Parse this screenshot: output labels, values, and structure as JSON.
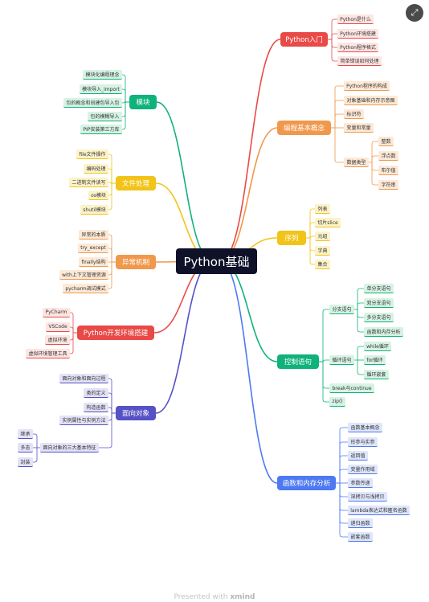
{
  "root": {
    "label": "Python基础"
  },
  "footer": {
    "prefix": "Presented with",
    "brand": "xmind"
  },
  "branches": [
    {
      "id": "intro",
      "label": "Python入门",
      "side": "right",
      "color": "#e94a47",
      "leafbg": "#fde5e2",
      "children": [
        {
          "label": "Python是什么"
        },
        {
          "label": "Python环境搭建"
        },
        {
          "label": "Python程序格式"
        },
        {
          "label": "简单错误如何处理"
        }
      ]
    },
    {
      "id": "concept",
      "label": "编程基本概念",
      "side": "right",
      "color": "#f0984c",
      "leafbg": "#fde9d6",
      "children": [
        {
          "label": "Python程序的构成"
        },
        {
          "label": "对象基础和内存示意图"
        },
        {
          "label": "标识符"
        },
        {
          "label": "变量和常量"
        },
        {
          "label": "数据类型",
          "children": [
            {
              "label": "整数"
            },
            {
              "label": "浮点数"
            },
            {
              "label": "布尔值"
            },
            {
              "label": "字符串"
            }
          ]
        }
      ]
    },
    {
      "id": "seq",
      "label": "序列",
      "side": "right",
      "color": "#f2c318",
      "leafbg": "#fcf3c8",
      "children": [
        {
          "label": "列表"
        },
        {
          "label": "切片slice"
        },
        {
          "label": "元组"
        },
        {
          "label": "字典"
        },
        {
          "label": "集合"
        }
      ]
    },
    {
      "id": "ctrl",
      "label": "控制语句",
      "side": "right",
      "color": "#0fb27a",
      "leafbg": "#d6f3e4",
      "children": [
        {
          "label": "分支语句",
          "children": [
            {
              "label": "单分支语句"
            },
            {
              "label": "双分支语句"
            },
            {
              "label": "多分支语句"
            },
            {
              "label": "函数和内存分析"
            }
          ]
        },
        {
          "label": "循环语句",
          "children": [
            {
              "label": "while循环"
            },
            {
              "label": "for循环"
            },
            {
              "label": "循环嵌套"
            }
          ]
        },
        {
          "label": "break与continue"
        },
        {
          "label": "zip()"
        }
      ]
    },
    {
      "id": "func",
      "label": "函数和内存分析",
      "side": "right",
      "color": "#4d79f2",
      "leafbg": "#dfe6fb",
      "children": [
        {
          "label": "函数基本概念"
        },
        {
          "label": "形参与实参"
        },
        {
          "label": "返回值"
        },
        {
          "label": "变量作用域"
        },
        {
          "label": "参数传递"
        },
        {
          "label": "深拷贝与浅拷贝"
        },
        {
          "label": "lambda表达式和匿名函数"
        },
        {
          "label": "递归函数"
        },
        {
          "label": "嵌套函数"
        }
      ]
    },
    {
      "id": "module",
      "label": "模块",
      "side": "left",
      "color": "#0fb27a",
      "leafbg": "#d6f3e4",
      "children": [
        {
          "label": "模块化编程理念"
        },
        {
          "label": "模块导入_import"
        },
        {
          "label": "包的概念和创建包导入包"
        },
        {
          "label": "包的模糊导入"
        },
        {
          "label": "PIP安装第三方库"
        }
      ]
    },
    {
      "id": "file",
      "label": "文件处理",
      "side": "left",
      "color": "#f2c318",
      "leafbg": "#fcf3c8",
      "children": [
        {
          "label": "file文件操作"
        },
        {
          "label": "编码处理"
        },
        {
          "label": "二进制文件读写"
        },
        {
          "label": "os模块"
        },
        {
          "label": "shutil模块"
        }
      ]
    },
    {
      "id": "except",
      "label": "异常机制",
      "side": "left",
      "color": "#f0984c",
      "leafbg": "#fde9d6",
      "children": [
        {
          "label": "异常的本质"
        },
        {
          "label": "try_except"
        },
        {
          "label": "finally结构"
        },
        {
          "label": "with上下文管理资源"
        },
        {
          "label": "pycharm调试模式"
        }
      ]
    },
    {
      "id": "env",
      "label": "Python开发环境搭建",
      "side": "left",
      "color": "#e94a47",
      "leafbg": "#fde5e2",
      "children": [
        {
          "label": "PyCharm"
        },
        {
          "label": "VSCode"
        },
        {
          "label": "虚拟环境"
        },
        {
          "label": "虚拟环境管理工具"
        }
      ]
    },
    {
      "id": "oop",
      "label": "面向对象",
      "side": "left",
      "color": "#5651c5",
      "leafbg": "#e3e2f7",
      "children": [
        {
          "label": "面向对象和面向过程"
        },
        {
          "label": "类的定义"
        },
        {
          "label": "构造函数"
        },
        {
          "label": "实例属性与实例方法"
        },
        {
          "label": "面向对象的三大基本特征",
          "children": [
            {
              "label": "继承"
            },
            {
              "label": "多态"
            },
            {
              "label": "封装"
            }
          ]
        }
      ]
    }
  ]
}
